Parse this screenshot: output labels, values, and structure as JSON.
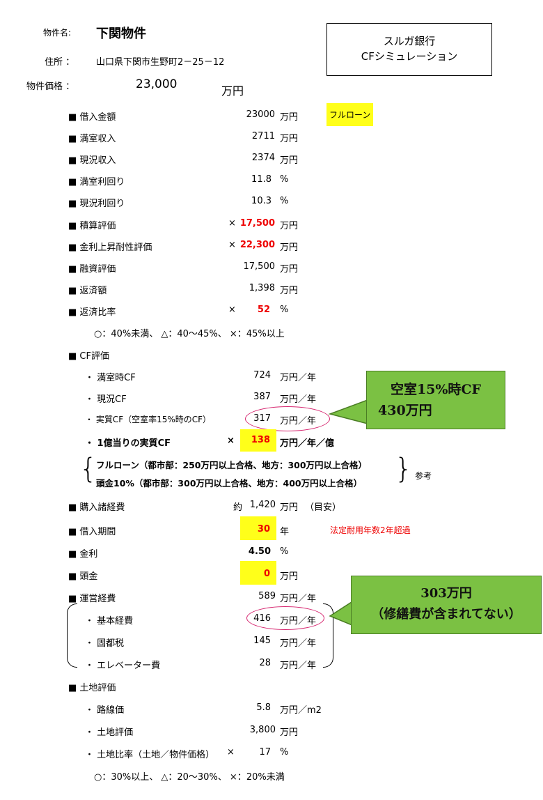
{
  "header": {
    "property_name_label": "物件名:",
    "property_name": "下関物件",
    "address_label": "住所 ：",
    "address": "山口県下関市生野町2－25－12",
    "price_label": "物件価格 ：",
    "price_value": "23,000",
    "price_unit": "万円",
    "title_line1": "スルガ銀行",
    "title_line2": "CFシミュレーション"
  },
  "rows": {
    "loan_amount": {
      "label": "■ 借入金額",
      "value": "23000",
      "unit": "万円",
      "tag": "フルローン"
    },
    "full_income": {
      "label": "■ 満室収入",
      "value": "2711",
      "unit": "万円"
    },
    "current_income": {
      "label": "■ 現況収入",
      "value": "2374",
      "unit": "万円"
    },
    "full_yield": {
      "label": "■ 満室利回り",
      "value": "11.8",
      "unit": "%"
    },
    "current_yield": {
      "label": "■ 現況利回り",
      "value": "10.3",
      "unit": "%"
    },
    "cost_valuation": {
      "label": "■ 積算評価",
      "mark": "×",
      "value": "17,500",
      "unit": "万円"
    },
    "rate_rise_valuation": {
      "label": "■ 金利上昇耐性評価",
      "mark": "×",
      "value": "22,300",
      "unit": "万円"
    },
    "loan_valuation": {
      "label": "■ 融資評価",
      "value": "17,500",
      "unit": "万円"
    },
    "repayment": {
      "label": "■ 返済額",
      "value": "1,398",
      "unit": "万円"
    },
    "repayment_ratio": {
      "label": "■ 返済比率",
      "mark": "×",
      "value": "52",
      "unit": "%"
    },
    "repayment_note": "○：40%未満、 △：40～45%、 ×：45%以上"
  },
  "cf": {
    "heading": "■ CF評価",
    "full_cf": {
      "label": "・ 満室時CF",
      "value": "724",
      "unit": "万円／年"
    },
    "current_cf": {
      "label": "・ 現況CF",
      "value": "387",
      "unit": "万円／年"
    },
    "real_cf": {
      "label": "・ 実質CF（空室率15%時のCF）",
      "value": "317",
      "unit": "万円／年"
    },
    "per_100m_cf": {
      "label": "・ 1億当りの実質CF",
      "mark": "×",
      "value": "138",
      "unit": "万円／年／億"
    },
    "criteria_line1": "フルローン（都市部：250万円以上合格、地方：300万円以上合格）",
    "criteria_line2": "頭金10%（都市部：300万円以上合格、地方：400万円以上合格）",
    "reference": "参考",
    "callout_line1": "空室15%時CF",
    "callout_line2": "430万円"
  },
  "rows2": {
    "purchase_cost": {
      "label": "■ 購入諸経費",
      "prefix": "約",
      "value": "1,420",
      "unit": "万円",
      "note": "（目安）"
    },
    "loan_period": {
      "label": "■ 借入期間",
      "value": "30",
      "unit": "年",
      "note": "法定耐用年数2年超過"
    },
    "interest": {
      "label": "■ 金利",
      "value": "4.50",
      "unit": "%"
    },
    "down_payment": {
      "label": "■ 頭金",
      "value": "0",
      "unit": "万円"
    }
  },
  "opex": {
    "heading": "■ 運営経費",
    "total": {
      "value": "589",
      "unit": "万円／年"
    },
    "basic": {
      "label": "・ 基本経費",
      "value": "416",
      "unit": "万円／年"
    },
    "property_tax": {
      "label": "・ 固都税",
      "value": "145",
      "unit": "万円／年"
    },
    "elevator": {
      "label": "・ エレベーター費",
      "value": "28",
      "unit": "万円／年"
    },
    "callout_line1": "303万円",
    "callout_line2": "（修繕費が含まれてない）"
  },
  "land": {
    "heading": "■ 土地評価",
    "route_price": {
      "label": "・ 路線価",
      "value": "5.8",
      "unit": "万円／m2"
    },
    "land_valuation": {
      "label": "・ 土地評価",
      "value": "3,800",
      "unit": "万円"
    },
    "land_ratio": {
      "label": "・ 土地比率（土地／物件価格）",
      "mark": "×",
      "value": "17",
      "unit": "%"
    },
    "note": "○：30%以上、 △：20～30%、 ×：20%未満"
  }
}
